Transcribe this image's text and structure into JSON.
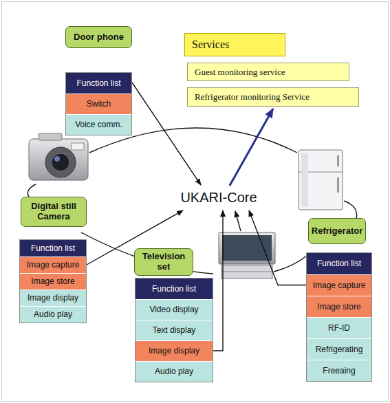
{
  "diagram": {
    "nodes": [
      {
        "text": [
          "Door phone"
        ]
      },
      {
        "text": [
          "Services"
        ]
      },
      {
        "text": [
          "Guest monitoring service"
        ]
      },
      {
        "text": [
          "Refrigerator monitoring Service"
        ]
      },
      {
        "text": [
          "Function list"
        ]
      },
      {
        "text": [
          "Switch"
        ],
        "in": 4
      },
      {
        "text": [
          "Voice comm."
        ],
        "in": 4
      },
      {
        "text": [
          "UKARI-Core"
        ]
      },
      {
        "text": [
          "Digital still Camera"
        ]
      },
      {
        "text": [
          "Refrigerator"
        ]
      },
      {
        "text": [
          "Function list"
        ]
      },
      {
        "text": [
          "Image capture"
        ],
        "in": 10
      },
      {
        "text": [
          "Image store"
        ],
        "in": 10
      },
      {
        "text": [
          "Image display"
        ],
        "in": 10
      },
      {
        "text": [
          "Audio play"
        ],
        "in": 10
      },
      {
        "text": [
          "Television set"
        ]
      },
      {
        "text": [
          "Function list"
        ]
      },
      {
        "text": [
          "Video display"
        ],
        "in": 16
      },
      {
        "text": [
          "Text display"
        ],
        "in": 16
      },
      {
        "text": [
          "Image display"
        ],
        "in": 16
      },
      {
        "text": [
          "Audio play"
        ],
        "in": 16
      },
      {
        "text": [
          "Function list"
        ]
      },
      {
        "text": [
          "Image capture"
        ],
        "in": 21
      },
      {
        "text": [
          "Image store"
        ],
        "in": 21
      },
      {
        "text": [
          "RF-ID"
        ],
        "in": 21
      },
      {
        "text": [
          "Refrigerating"
        ],
        "in": 21
      },
      {
        "text": [
          "Freeaing"
        ],
        "in": 21
      }
    ],
    "edges": [
      {
        "from": 4,
        "to": 7,
        "arrow": "to"
      },
      {
        "from": 10,
        "to": 7,
        "arrow": "to"
      },
      {
        "from": 16,
        "to": 7,
        "arrow": "to"
      },
      {
        "from": 21,
        "to": 7,
        "arrow": "to"
      },
      {
        "from": 7,
        "to": 3,
        "arrow": "to"
      }
    ]
  }
}
